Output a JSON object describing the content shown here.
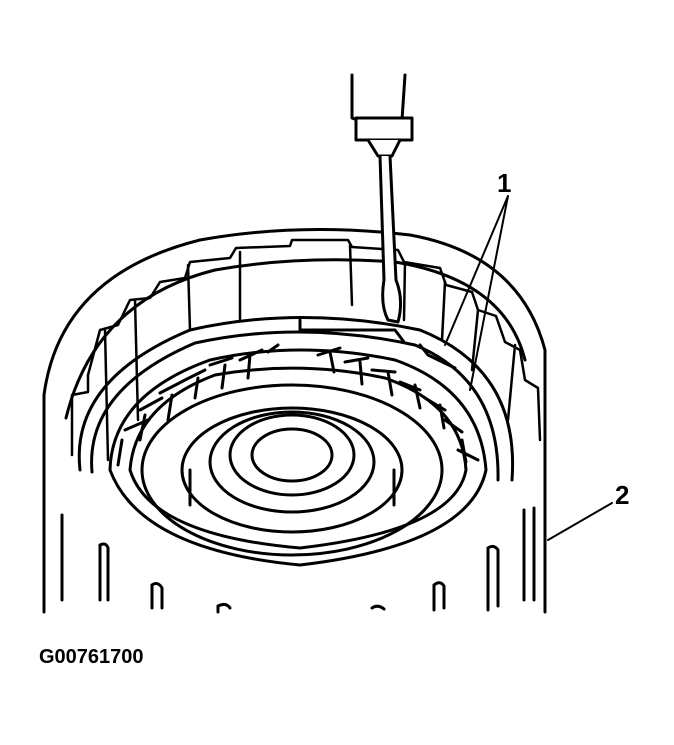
{
  "callouts": [
    {
      "id": "1",
      "label": "1"
    },
    {
      "id": "2",
      "label": "2"
    }
  ],
  "figure_id": "G00761700",
  "colors": {
    "stroke": "#000000",
    "background": "#ffffff"
  }
}
